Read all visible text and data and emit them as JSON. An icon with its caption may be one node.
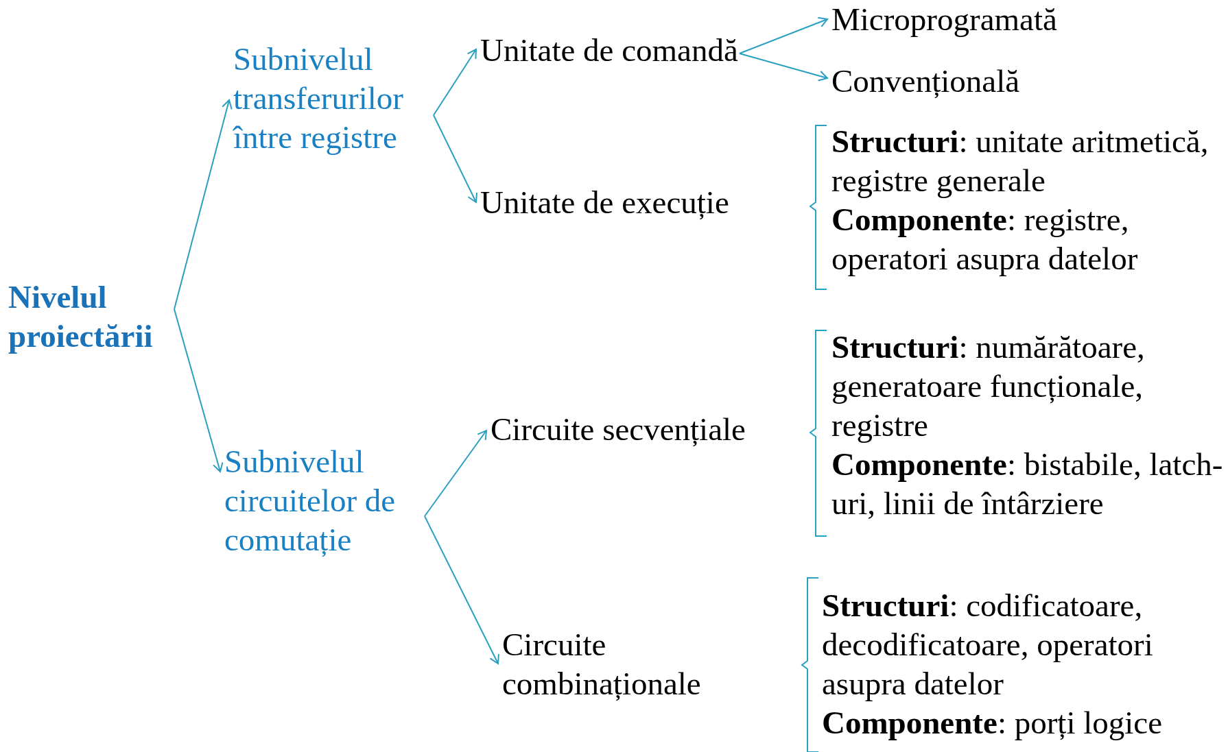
{
  "diagram": {
    "nodes": [
      {
        "text": [
          "Nivelul proiectării"
        ]
      },
      {
        "text": [
          "Subnivelul transferurilor între registre"
        ]
      },
      {
        "text": [
          "Unitate de comandă"
        ]
      },
      {
        "text": [
          "Microprogramată"
        ]
      },
      {
        "text": [
          "Convențională"
        ]
      },
      {
        "text": [
          "Unitate de execuție"
        ]
      },
      {
        "text": [
          "**Structuri**: unitate aritmetică, registre generale",
          "**Componente**: registre, operatori asupra datelor"
        ]
      },
      {
        "text": [
          "Subnivelul circuitelor de comutație"
        ]
      },
      {
        "text": [
          "Circuite secvențiale"
        ]
      },
      {
        "text": [
          "**Structuri**: numărătoare, generatoare funcționale, registre",
          "**Componente**: bistabile, latch-uri, linii de întârziere"
        ]
      },
      {
        "text": [
          "Circuite combinaționale"
        ]
      },
      {
        "text": [
          "**Structuri**: codificatoare, decodificatoare, operatori asupra datelor",
          "**Componente**: porți logice"
        ]
      }
    ],
    "edges": [
      {
        "from": 0,
        "to": 1,
        "arrow": "to"
      },
      {
        "from": 0,
        "to": 7,
        "arrow": "to"
      },
      {
        "from": 1,
        "to": 2,
        "arrow": "to"
      },
      {
        "from": 1,
        "to": 5,
        "arrow": "to"
      },
      {
        "from": 2,
        "to": 3,
        "arrow": "to"
      },
      {
        "from": 2,
        "to": 4,
        "arrow": "to"
      },
      {
        "from": 7,
        "to": 8,
        "arrow": "to"
      },
      {
        "from": 7,
        "to": 10,
        "arrow": "to"
      }
    ]
  }
}
